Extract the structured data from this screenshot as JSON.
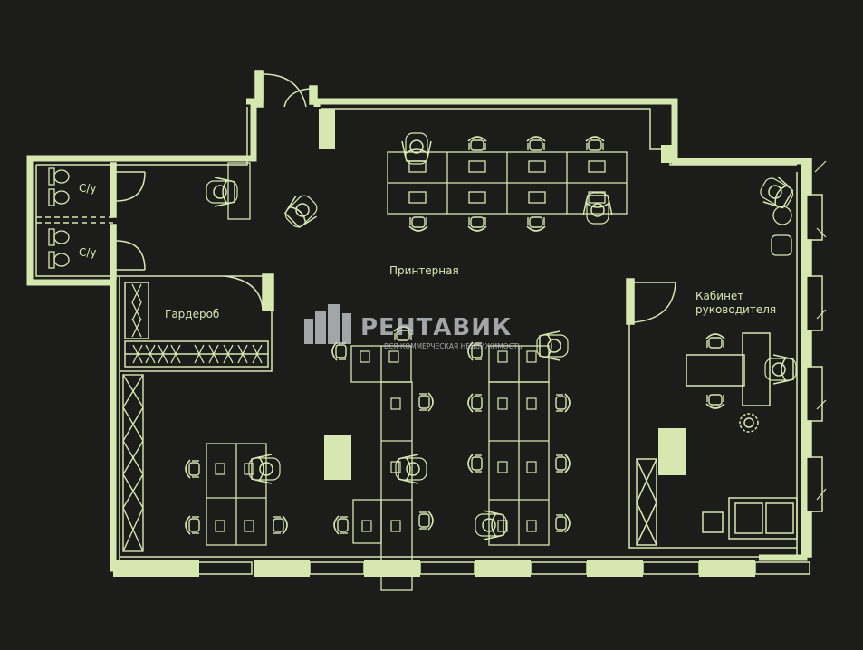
{
  "colors": {
    "background": "#1c1c1a",
    "line": "#d6e8b0",
    "fill": "#d6e8b0",
    "watermark": "#c9cdd2"
  },
  "labels": {
    "wc_1": "С/у",
    "wc_2": "С/у",
    "printer_room": "Принтерная",
    "wardrobe": "Гардероб",
    "director_office_line1": "Кабинет",
    "director_office_line2": "руководителя"
  },
  "watermark": {
    "brand": "РЕНТАВИК",
    "tagline": "ВСЯ КОММЕРЧЕСКАЯ НЕДВИЖИМОСТЬ",
    "icon": "building-logo-icon"
  }
}
